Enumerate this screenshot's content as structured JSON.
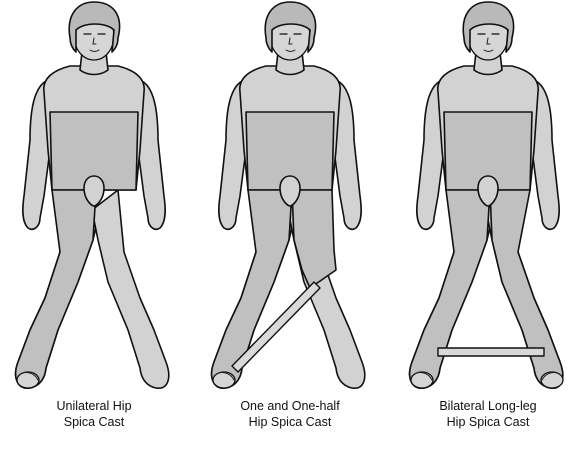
{
  "figures": [
    {
      "id": "unilateral",
      "caption_lines": [
        "Unilateral Hip",
        "Spica Cast"
      ]
    },
    {
      "id": "one-and-one-half",
      "caption_lines": [
        "One and One-half",
        "Hip Spica Cast"
      ]
    },
    {
      "id": "bilateral",
      "caption_lines": [
        "Bilateral Long-leg",
        "Hip Spica Cast"
      ]
    }
  ]
}
